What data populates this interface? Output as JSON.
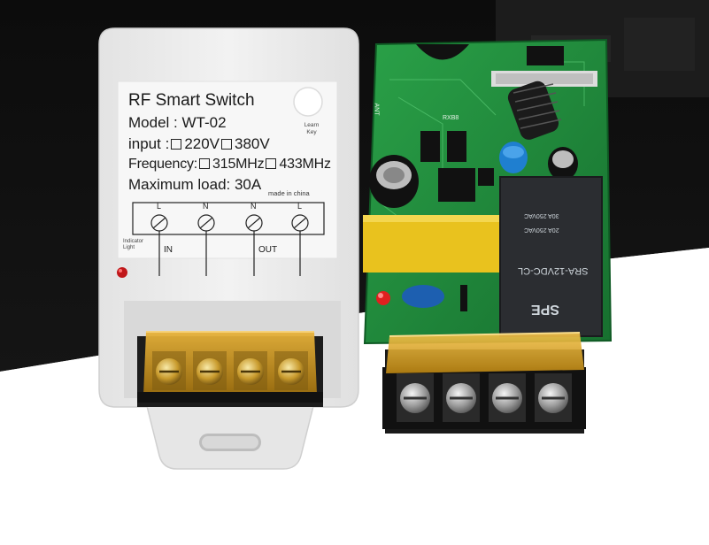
{
  "label": {
    "title": "RF Smart Switch",
    "model": "Model : WT-02",
    "input_prefix": "input :",
    "input_opt1": "220V",
    "input_opt2": "380V",
    "freq_prefix": "Frequency:",
    "freq_opt1": "315MHz",
    "freq_opt2": "433MHz",
    "max_load": "Maximum load: 30A",
    "made_in": "made in china",
    "learn_key": "Learn Key",
    "indicator": "Indicator Light",
    "in": "IN",
    "out": "OUT",
    "terminals": [
      "L",
      "N",
      "N",
      "L"
    ]
  },
  "pcb": {
    "ant": "ANT",
    "rx": "RXB8",
    "relay_model": "SRA-12VDC-CL",
    "relay_brand": "SPE",
    "relay_rating1": "30A 250VAC",
    "relay_rating2": "20A 250VAC"
  },
  "colors": {
    "pcb_green": "#1f8a3b",
    "housing": "#eeeeee",
    "terminal_amber": "#d9a21a",
    "relay": "#2b2d31",
    "capacitor_yellow": "#e9c21e"
  }
}
